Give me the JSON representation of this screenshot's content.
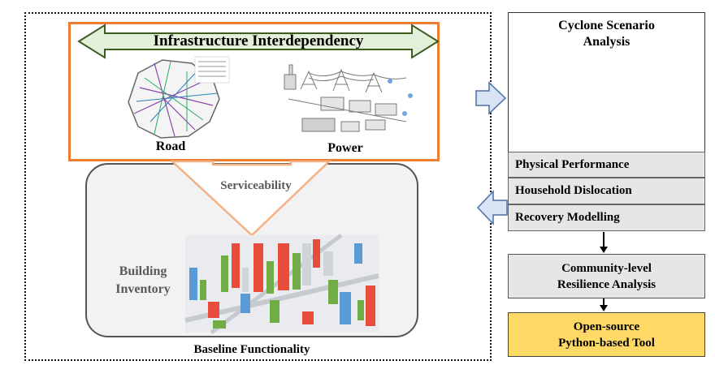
{
  "infrastructure": {
    "title": "Infrastructure Interdependency",
    "road_label": "Road",
    "power_label": "Power"
  },
  "serviceability_label": "Serviceability",
  "building_inventory_label": [
    "Building",
    "Inventory"
  ],
  "baseline_label": "Baseline Functionality",
  "scenario": {
    "title_lines": [
      "Cyclone Scenario",
      "Analysis"
    ],
    "items": [
      "Physical Performance",
      "Household Dislocation",
      "Recovery Modelling"
    ]
  },
  "community_lines": [
    "Community-level",
    "Resilience Analysis"
  ],
  "tool_lines": [
    "Open-source",
    "Python-based Tool"
  ],
  "colors": {
    "orange": "#ed7d31",
    "green_arrow": "#e2efd9",
    "blue_arrow": "#dae3f3",
    "tool_yellow": "#ffd966",
    "sign_yellow": "#ffd200"
  },
  "icons": [
    "road-map-icon",
    "power-grid-icon",
    "city-3d-icon",
    "cyclone-sign-icon"
  ]
}
